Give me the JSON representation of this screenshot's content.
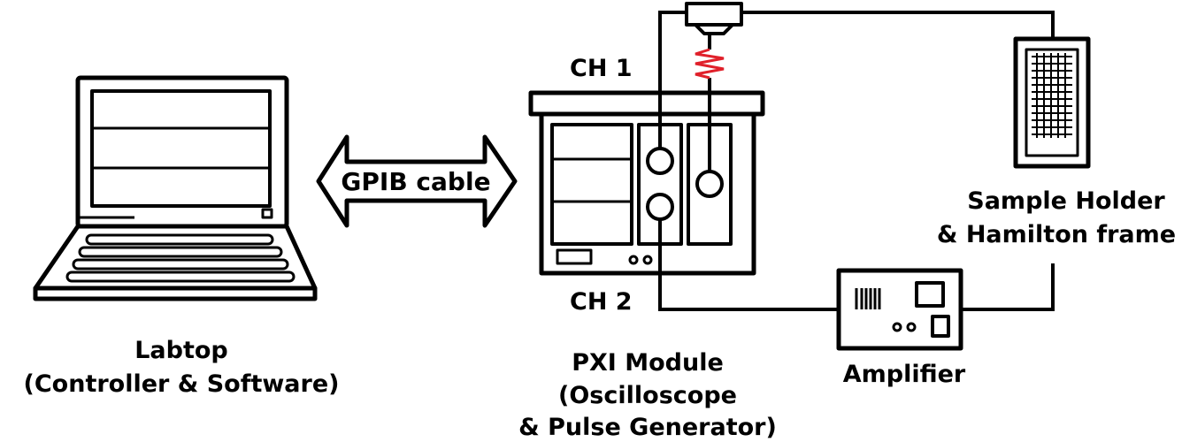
{
  "colors": {
    "stroke": "#000000",
    "background": "#ffffff",
    "resistor": "#e0202a"
  },
  "laptop": {
    "label_line1": "Labtop",
    "label_line2": "(Controller & Software)"
  },
  "cable": {
    "label": "GPIB cable"
  },
  "pxi": {
    "label_line1": "PXI Module",
    "label_line2": "(Oscilloscope",
    "label_line3": "& Pulse Generator)",
    "ch1": "CH 1",
    "ch2": "CH 2"
  },
  "sample": {
    "label_line1": "Sample Holder",
    "label_line2": "& Hamilton frame"
  },
  "amplifier": {
    "label": "Amplifier"
  },
  "icons": [
    "laptop-icon",
    "double-arrow-icon",
    "pxi-chassis-icon",
    "connector-icon",
    "resistor-icon",
    "sample-holder-icon",
    "amplifier-icon"
  ]
}
